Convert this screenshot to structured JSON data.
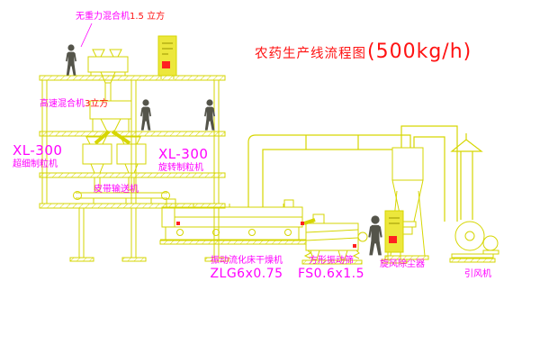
{
  "title": {
    "name": "农药生产线流程图",
    "capacity": "(500kg/h)"
  },
  "equipment_labels": {
    "top_mixer": {
      "name": "无重力混合机",
      "spec": "1.5 立方"
    },
    "high_speed_mixer": {
      "name": "高速混合机",
      "spec": "3立方"
    },
    "granulator_left": {
      "model": "XL-300",
      "name": "超细制粒机"
    },
    "granulator_right": {
      "model": "XL-300",
      "name": "旋转制粒机"
    },
    "belt_conveyor": {
      "name": "皮带输送机"
    },
    "fluid_bed_dryer": {
      "name": "振动流化床干燥机",
      "model": "ZLG6x0.75"
    },
    "square_sieve": {
      "name": "方形振动筛",
      "model": "FS0.6x1.5"
    },
    "cyclone": {
      "name": "旋风除尘器"
    },
    "fan": {
      "name": "引风机"
    }
  },
  "colors": {
    "background": "#ffffff",
    "linework": "#d6d600",
    "panel_fill": "#ece73c",
    "label_magenta": "#ff00ff",
    "title_red": "#ff1212",
    "figure_gray": "#54544a"
  }
}
